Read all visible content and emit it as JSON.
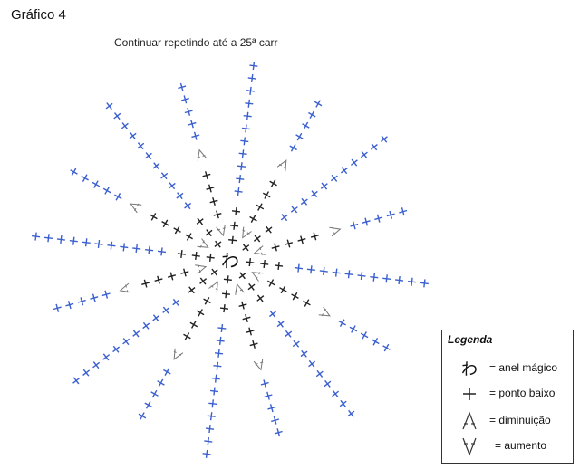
{
  "title": "Gráfico 4",
  "subtitle": "Continuar repetindo até a 25ª carr",
  "center_symbol": "わ",
  "colors": {
    "blue": "#3a5fcf",
    "black": "#222222",
    "grey": "#777777"
  },
  "legend": {
    "title": "Legenda",
    "items": [
      {
        "icon": "magic-ring-icon",
        "symbol": "わ",
        "label": "= anel mágico"
      },
      {
        "icon": "single-crochet-icon",
        "label": "= ponto baixo"
      },
      {
        "icon": "decrease-icon",
        "label": "= diminuição"
      },
      {
        "icon": "increase-icon",
        "label": "= aumento"
      }
    ]
  }
}
